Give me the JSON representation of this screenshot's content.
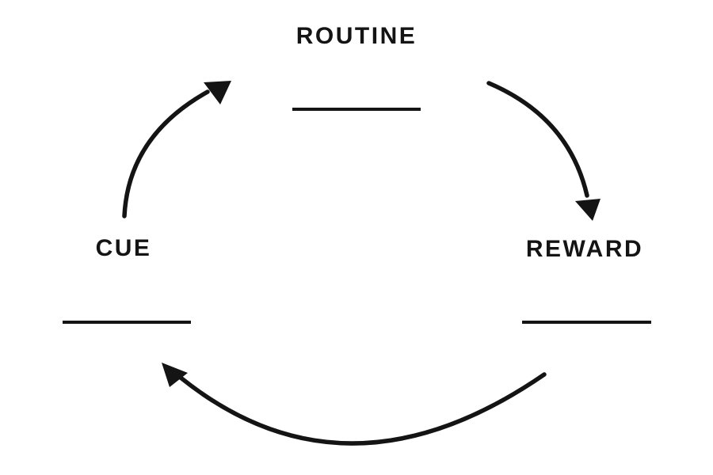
{
  "diagram": {
    "type": "cycle",
    "background_color": "#ffffff",
    "ink_color": "#141414",
    "nodes": [
      {
        "id": "routine",
        "label": "ROUTINE",
        "position": "top"
      },
      {
        "id": "reward",
        "label": "REWARD",
        "position": "right"
      },
      {
        "id": "cue",
        "label": "CUE",
        "position": "left"
      }
    ],
    "arrows": [
      {
        "from": "routine",
        "to": "reward",
        "direction": "clockwise"
      },
      {
        "from": "reward",
        "to": "cue",
        "direction": "clockwise"
      },
      {
        "from": "cue",
        "to": "routine",
        "direction": "clockwise"
      }
    ]
  }
}
